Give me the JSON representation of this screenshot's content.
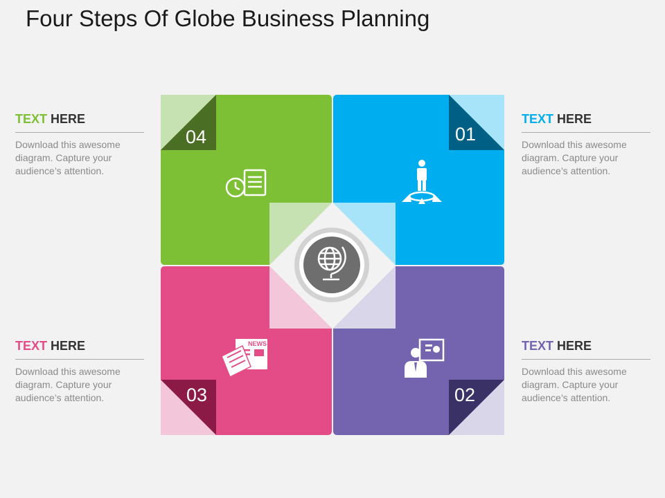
{
  "slide": {
    "title": "Four Steps Of Globe Business Planning"
  },
  "blocks": [
    {
      "key": "04",
      "heading_accent": "TEXT",
      "heading_rest": "HERE",
      "accent": "#7dc035",
      "body": "Download this awesome diagram. Capture your audience’s attention."
    },
    {
      "key": "01",
      "heading_accent": "TEXT",
      "heading_rest": "HERE",
      "accent": "#00adef",
      "body": "Download this awesome diagram. Capture your audience’s attention."
    },
    {
      "key": "03",
      "heading_accent": "TEXT",
      "heading_rest": "HERE",
      "accent": "#e34c86",
      "body": "Download this awesome diagram. Capture your audience’s attention."
    },
    {
      "key": "02",
      "heading_accent": "TEXT",
      "heading_rest": "HERE",
      "accent": "#7464b0",
      "body": "Download this awesome diagram. Capture your audience’s attention."
    }
  ],
  "steps": [
    {
      "number": "01",
      "color": "#00adef",
      "light": "#a7e4fa",
      "dark": "#005f85",
      "icon": "person-arrows-icon"
    },
    {
      "number": "02",
      "color": "#7464b0",
      "light": "#d9d6ea",
      "dark": "#3a3266",
      "icon": "presenter-icon"
    },
    {
      "number": "03",
      "color": "#e34c86",
      "light": "#f4c6da",
      "dark": "#8c1a47",
      "icon": "newspaper-icon"
    },
    {
      "number": "04",
      "color": "#7dc035",
      "light": "#c6e2b2",
      "dark": "#4a6e23",
      "icon": "clock-calendar-icon"
    }
  ],
  "center": {
    "icon": "globe-icon"
  }
}
